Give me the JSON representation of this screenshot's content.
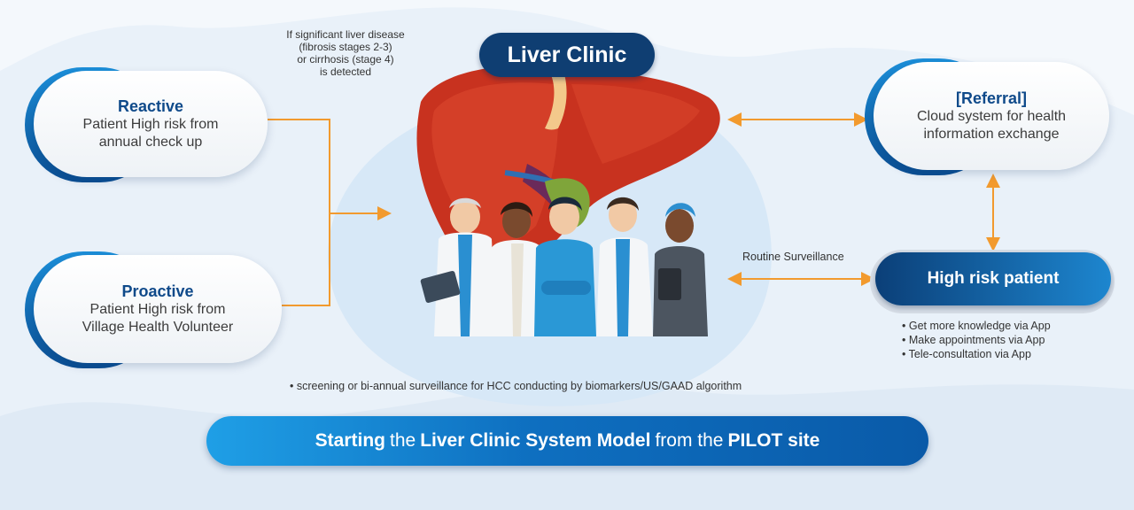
{
  "title": "Liver Clinic",
  "detection_note": "If significant liver disease\n(fibrosis stages 2-3)\nor cirrhosis (stage 4)\nis detected",
  "reactive": {
    "title": "Reactive",
    "subtitle": "Patient High risk from\nannual check up"
  },
  "proactive": {
    "title": "Proactive",
    "subtitle": "Patient High risk from\nVillage Health Volunteer"
  },
  "referral": {
    "title": "[Referral]",
    "subtitle": "Cloud system for health\ninformation exchange"
  },
  "routine_label": "Routine Surveillance",
  "high_risk": {
    "label": "High risk patient",
    "bullets": [
      "Get more knowledge via App",
      "Make appointments via App",
      "Tele-consultation via App"
    ]
  },
  "screening_note": "• screening or bi-annual surveillance for HCC conducting by biomarkers/US/GAAD algorithm",
  "banner": {
    "w1": "Starting",
    "w2": "the",
    "w3": "Liver Clinic System Model",
    "w4": "from the",
    "w5": "PILOT site"
  },
  "colors": {
    "navy": "#0f3e72",
    "blue": "#1d86cf",
    "arrow": "#f29a2e",
    "liver": "#c8321f"
  }
}
